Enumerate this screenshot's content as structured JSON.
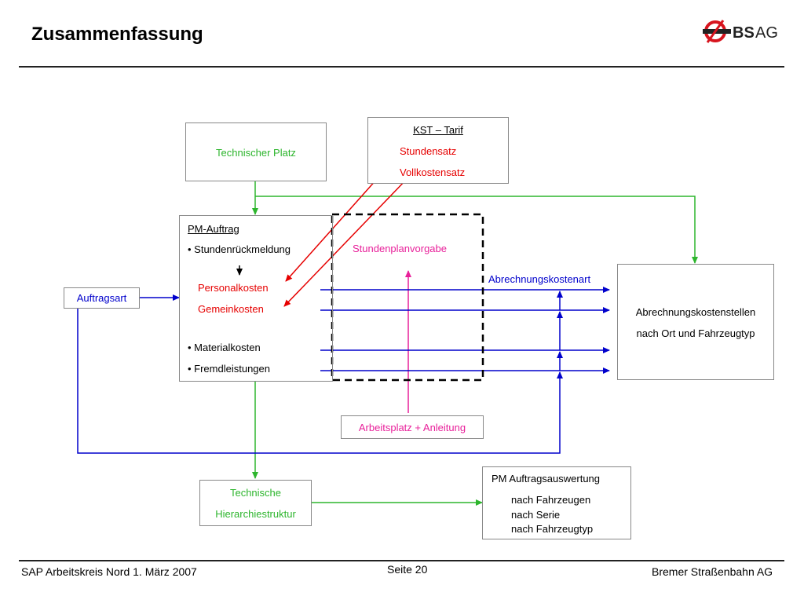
{
  "header": {
    "title": "Zusammenfassung",
    "logo_text_bold": "BS",
    "logo_text_light": "AG"
  },
  "boxes": {
    "technischer_platz": "Technischer Platz",
    "kst_tarif": {
      "heading": "KST – Tarif",
      "line1": "Stundensatz",
      "line2": "Vollkostensatz"
    },
    "pm_auftrag": {
      "heading": "PM-Auftrag",
      "item1": "• Stundenrückmeldung",
      "item2": "Personalkosten",
      "item3": "Gemeinkosten",
      "item4": "• Materialkosten",
      "item5": "• Fremdleistungen"
    },
    "stundenplanvorgabe": "Stundenplanvorgabe",
    "auftragsart": "Auftragsart",
    "abrechnungskostenart": "Abrechnungskostenart",
    "abrechnungskostenstellen": {
      "line1": "Abrechnungskostenstellen",
      "line2": "nach Ort und Fahrzeugtyp"
    },
    "arbeitsplatz": "Arbeitsplatz + Anleitung",
    "technische_hierarchie": {
      "line1": "Technische",
      "line2": "Hierarchiestruktur"
    },
    "pm_auswertung": {
      "heading": "PM Auftragsauswertung",
      "line1": "nach Fahrzeugen",
      "line2": "nach Serie",
      "line3": "nach Fahrzeugtyp"
    }
  },
  "colors": {
    "green": "#2db52d",
    "red": "#e60000",
    "blue": "#0000cc",
    "pink": "#e8209a",
    "logo_red": "#d7141e"
  },
  "footer": {
    "left": "SAP Arbeitskreis Nord  1. März 2007",
    "center": "Seite 20",
    "right": "Bremer Straßenbahn AG"
  }
}
